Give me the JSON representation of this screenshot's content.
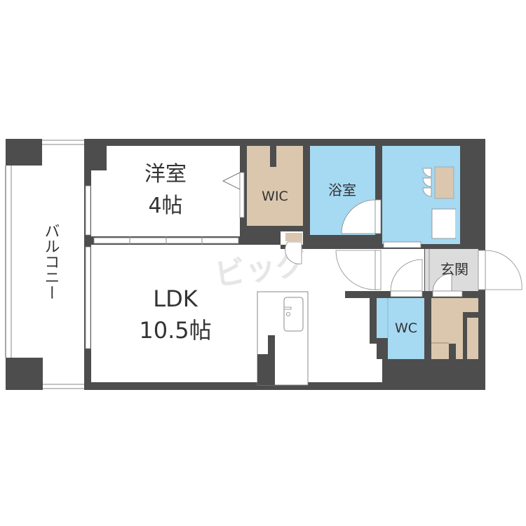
{
  "floorplan": {
    "rooms": {
      "western_room": {
        "name": "洋室",
        "size": "4帖"
      },
      "ldk": {
        "name": "LDK",
        "size": "10.5帖"
      },
      "wic": {
        "name": "WIC"
      },
      "bathroom": {
        "name": "浴室"
      },
      "toilet": {
        "name": "WC"
      },
      "entrance": {
        "name": "玄関"
      },
      "balcony": {
        "name": "バルコニー"
      }
    },
    "watermark": "ビッグ"
  },
  "colors": {
    "wall": "#4d4d4d",
    "wet_area": "#a6d9f2",
    "storage": "#dac7ae",
    "entrance": "#dcdcdc",
    "floor": "#ffffff"
  }
}
